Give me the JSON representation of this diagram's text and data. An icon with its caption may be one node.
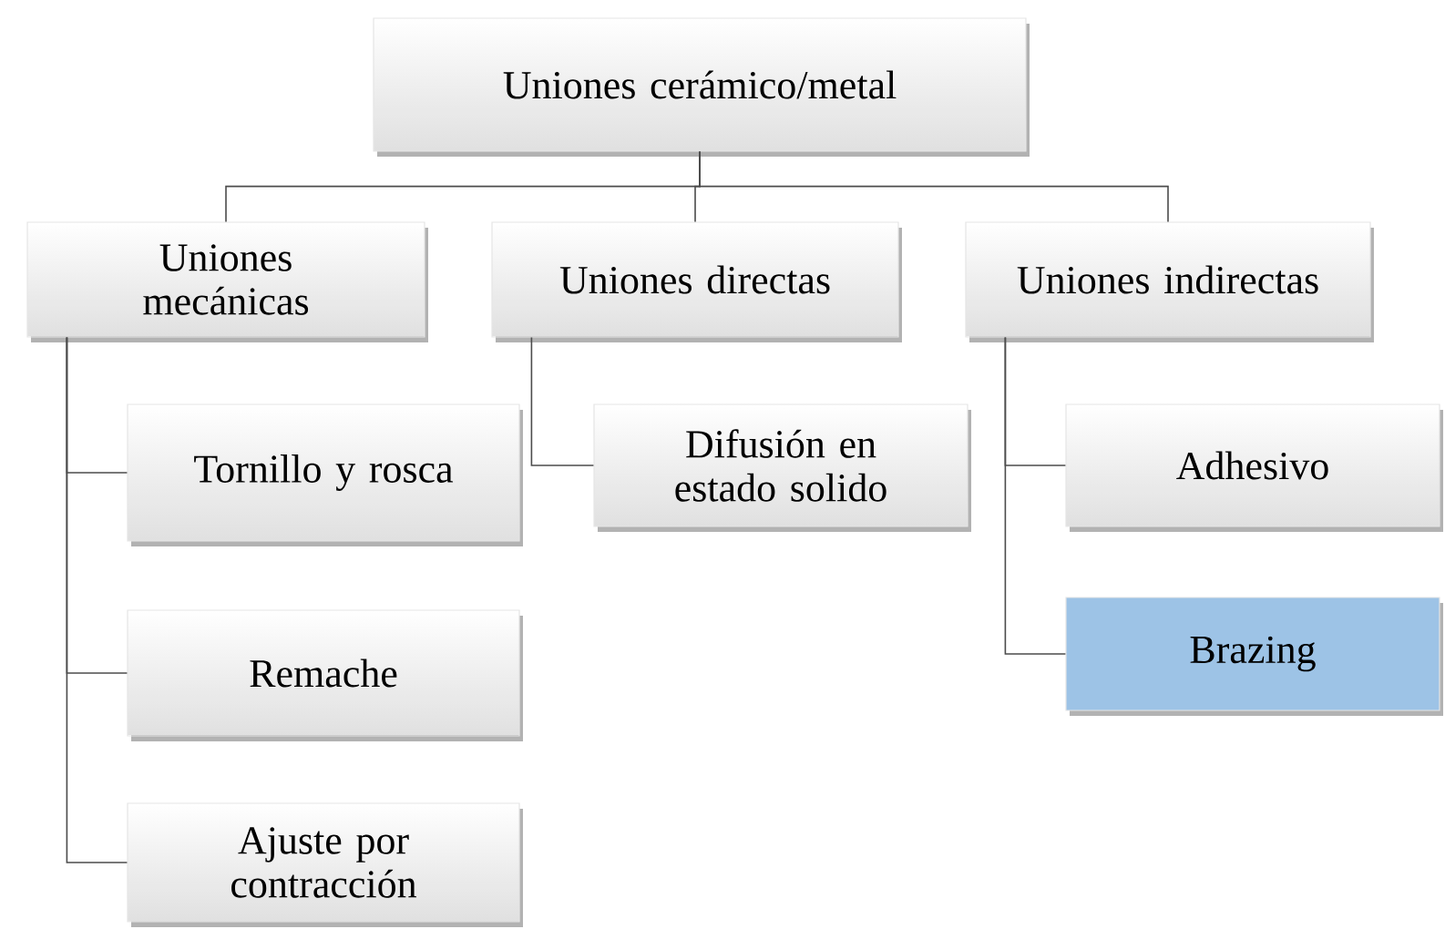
{
  "diagram": {
    "nodes": [
      {
        "text": [
          "Uniones cerámico/metal"
        ]
      },
      {
        "text": [
          "Uniones mecánicas"
        ]
      },
      {
        "text": [
          "Uniones directas"
        ]
      },
      {
        "text": [
          "Uniones indirectas"
        ]
      },
      {
        "text": [
          "Tornillo y rosca"
        ]
      },
      {
        "text": [
          "Remache"
        ]
      },
      {
        "text": [
          "Ajuste por contracción"
        ]
      },
      {
        "text": [
          "Difusión en estado solido"
        ]
      },
      {
        "text": [
          "Adhesivo"
        ]
      },
      {
        "text": [
          "Brazing"
        ]
      }
    ],
    "edges": [
      {
        "from": 0,
        "to": 1,
        "arrow": "none"
      },
      {
        "from": 0,
        "to": 2,
        "arrow": "none"
      },
      {
        "from": 0,
        "to": 3,
        "arrow": "none"
      },
      {
        "from": 1,
        "to": 4,
        "arrow": "none"
      },
      {
        "from": 1,
        "to": 5,
        "arrow": "none"
      },
      {
        "from": 1,
        "to": 6,
        "arrow": "none"
      },
      {
        "from": 2,
        "to": 7,
        "arrow": "none"
      },
      {
        "from": 3,
        "to": 8,
        "arrow": "none"
      },
      {
        "from": 3,
        "to": 9,
        "arrow": "none"
      }
    ]
  }
}
